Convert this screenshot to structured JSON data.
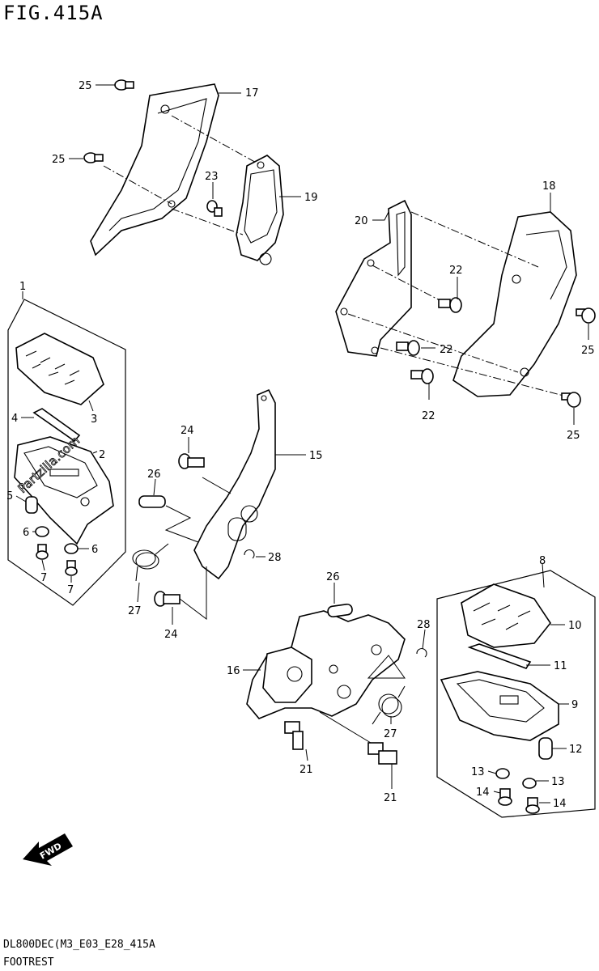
{
  "title": "FIG.415A",
  "footer": {
    "model_code": "DL800DEC(M3_E03_E28_415A",
    "name": "FOOTREST"
  },
  "watermark": "Partzilla.com",
  "fwd_label": "FWD",
  "callouts": [
    {
      "id": "c25a",
      "label": "25"
    },
    {
      "id": "c17",
      "label": "17"
    },
    {
      "id": "c25b",
      "label": "25"
    },
    {
      "id": "c23",
      "label": "23"
    },
    {
      "id": "c19",
      "label": "19"
    },
    {
      "id": "c20",
      "label": "20"
    },
    {
      "id": "c18",
      "label": "18"
    },
    {
      "id": "c22a",
      "label": "22"
    },
    {
      "id": "c22b",
      "label": "22"
    },
    {
      "id": "c22c",
      "label": "22"
    },
    {
      "id": "c25c",
      "label": "25"
    },
    {
      "id": "c25d",
      "label": "25"
    },
    {
      "id": "c1",
      "label": "1"
    },
    {
      "id": "c4",
      "label": "4"
    },
    {
      "id": "c3",
      "label": "3"
    },
    {
      "id": "c2",
      "label": "2"
    },
    {
      "id": "c5",
      "label": "5"
    },
    {
      "id": "c6a",
      "label": "6"
    },
    {
      "id": "c6b",
      "label": "6"
    },
    {
      "id": "c7a",
      "label": "7"
    },
    {
      "id": "c7b",
      "label": "7"
    },
    {
      "id": "c24a",
      "label": "24"
    },
    {
      "id": "c15",
      "label": "15"
    },
    {
      "id": "c26a",
      "label": "26"
    },
    {
      "id": "c28a",
      "label": "28"
    },
    {
      "id": "c27a",
      "label": "27"
    },
    {
      "id": "c24b",
      "label": "24"
    },
    {
      "id": "c26b",
      "label": "26"
    },
    {
      "id": "c28b",
      "label": "28"
    },
    {
      "id": "c16",
      "label": "16"
    },
    {
      "id": "c27b",
      "label": "27"
    },
    {
      "id": "c21a",
      "label": "21"
    },
    {
      "id": "c21b",
      "label": "21"
    },
    {
      "id": "c8",
      "label": "8"
    },
    {
      "id": "c10",
      "label": "10"
    },
    {
      "id": "c11",
      "label": "11"
    },
    {
      "id": "c9",
      "label": "9"
    },
    {
      "id": "c12",
      "label": "12"
    },
    {
      "id": "c13a",
      "label": "13"
    },
    {
      "id": "c13b",
      "label": "13"
    },
    {
      "id": "c14a",
      "label": "14"
    },
    {
      "id": "c14b",
      "label": "14"
    }
  ]
}
